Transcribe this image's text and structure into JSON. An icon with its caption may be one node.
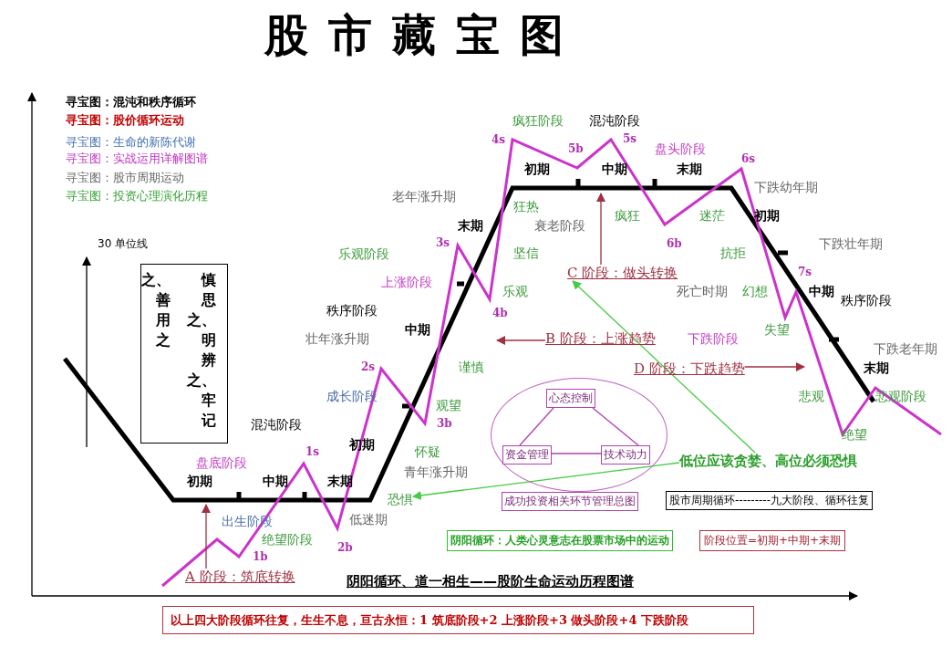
{
  "diagram": {
    "title": "股市藏宝图",
    "nodes": [
      {
        "text": [
          "慎思之、明辨之、牢记之、善用之"
        ]
      },
      {
        "text": [],
        "shape": "ellipse"
      },
      {
        "text": [
          "心态控制"
        ],
        "in": 1
      },
      {
        "text": [
          "资金管理"
        ],
        "in": 1
      },
      {
        "text": [
          "技术动力"
        ],
        "in": 1
      },
      {
        "text": [
          "成功投资相关环节管理总图"
        ]
      },
      {
        "text": [
          "股市周期循环---------九大阶段、循环往复"
        ]
      },
      {
        "text": [
          "阴阳循环：人类心灵意志在股票市场中的运动"
        ]
      },
      {
        "text": [
          "阶段位置=初期+中期+末期"
        ]
      },
      {
        "text": [
          "以上四大阶段循环往复，生生不息，亘古永恒：1 筑底阶段+2 上涨阶段+3 做头阶段+4 下跌阶段"
        ]
      },
      {
        "text": [
          "A 阶段：筑底转换"
        ]
      },
      {
        "text": [
          "B 阶段：上涨趋势"
        ]
      },
      {
        "text": [
          "C 阶段：做头转换"
        ]
      },
      {
        "text": [
          "D 阶段：下跌趋势"
        ]
      },
      {
        "text": [
          "低位应该贪婪、高位必须恐惧"
        ]
      },
      {
        "text": [
          "恐惧"
        ]
      }
    ],
    "edges": [
      {
        "from": 2,
        "to": 3,
        "arrow": "none",
        "color": "#b040b0"
      },
      {
        "from": 2,
        "to": 4,
        "arrow": "none",
        "color": "#b040b0"
      },
      {
        "from": 3,
        "to": 4,
        "arrow": "none",
        "color": "#b040b0"
      },
      {
        "from": 10,
        "to": null,
        "arrow": "to"
      },
      {
        "from": 11,
        "to": null,
        "arrow": "to"
      },
      {
        "from": 12,
        "to": null,
        "arrow": "to"
      },
      {
        "from": 13,
        "to": null,
        "arrow": "to"
      },
      {
        "from": 14,
        "to": 15,
        "arrow": "to",
        "color": "#44cc44"
      },
      {
        "from": 14,
        "to": 12,
        "arrow": "to",
        "color": "#44cc44"
      }
    ],
    "labels": [
      "寻宝图：混沌和秩序循环",
      "寻宝图：股价循环运动",
      "寻宝图：生命的新陈代谢",
      "寻宝图：实战运用详解图谱",
      "寻宝图：股市周期运动",
      "寻宝图：投资心理演化历程",
      "疯狂阶段",
      "混沌阶段",
      "4s",
      "5s",
      "5b",
      "盘头阶段",
      "6s",
      "初期",
      "中期",
      "末期",
      "下跌幼年期",
      "老年涨升期",
      "狂热",
      "疯狂",
      "迷茫",
      "初期",
      "末期",
      "衰老阶段",
      "30 单位线",
      "3s",
      "6b",
      "下跌壮年期",
      "乐观阶段",
      "坚信",
      "抗拒",
      "7s",
      "上涨阶段",
      "乐观",
      "死亡时期",
      "幻想",
      "中期",
      "秩序阶段",
      "秩序阶段",
      "4b",
      "中期",
      "失望",
      "壮年涨升期",
      "下跌阶段",
      "下跌老年期",
      "2s",
      "谨慎",
      "末期",
      "成长阶段",
      "观望",
      "悲观",
      "悲观阶段",
      "3b",
      "混沌阶段",
      "绝望",
      "1s",
      "初期",
      "怀疑",
      "盘底阶段",
      "青年涨升期",
      "初期",
      "中期",
      "末期",
      "出生阶段",
      "低迷期",
      "绝望阶段",
      "2b",
      "1b",
      "阴阳循环、道一相生——股阶生命运动历程图谱"
    ]
  }
}
